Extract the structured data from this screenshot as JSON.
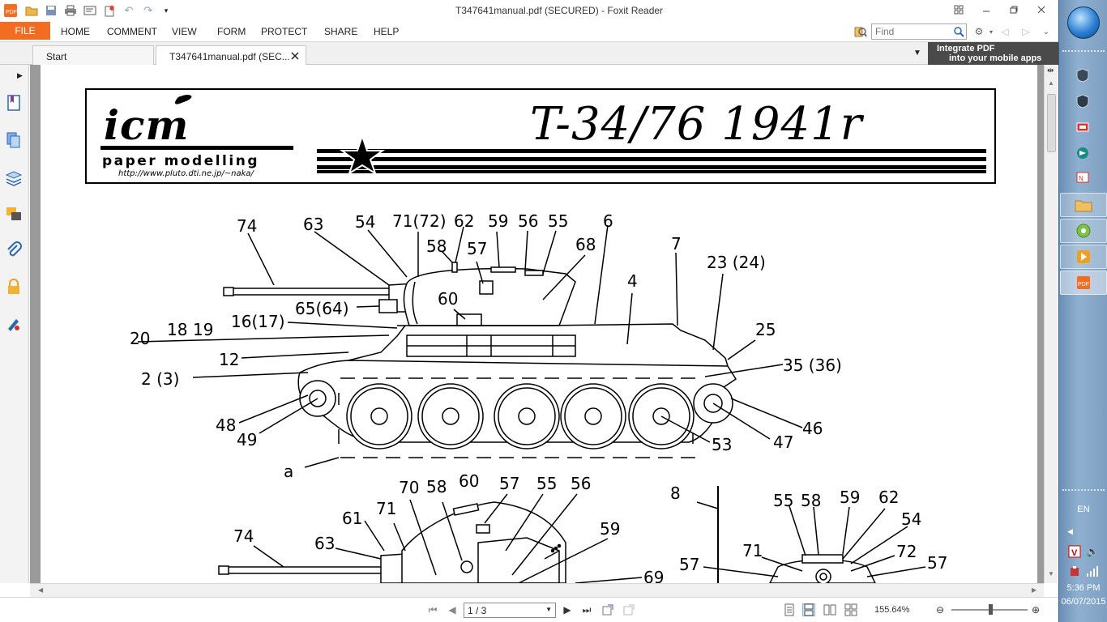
{
  "window": {
    "title": "T347641manual.pdf (SECURED) - Foxit Reader"
  },
  "ribbon": {
    "file": "FILE",
    "tabs": [
      "HOME",
      "COMMENT",
      "VIEW",
      "FORM",
      "PROTECT",
      "SHARE",
      "HELP"
    ],
    "find_placeholder": "Find"
  },
  "doc_tabs": {
    "start": "Start",
    "current": "T347641manual.pdf (SEC..."
  },
  "promo": {
    "line1": "Integrate PDF",
    "line2": "into your mobile apps"
  },
  "manual": {
    "brand": "icm",
    "tagline": "paper modelling",
    "url": "http://www.pluto.dti.ne.jp/~naka/",
    "model_title": "T-34/76 1941r"
  },
  "side_view_labels": [
    {
      "id": "74",
      "text": "74"
    },
    {
      "id": "63",
      "text": "63"
    },
    {
      "id": "54",
      "text": "54"
    },
    {
      "id": "71-72",
      "text": "71(72)"
    },
    {
      "id": "62",
      "text": "62"
    },
    {
      "id": "59",
      "text": "59"
    },
    {
      "id": "56",
      "text": "56"
    },
    {
      "id": "55",
      "text": "55"
    },
    {
      "id": "6",
      "text": "6"
    },
    {
      "id": "58",
      "text": "58"
    },
    {
      "id": "57",
      "text": "57"
    },
    {
      "id": "68",
      "text": "68"
    },
    {
      "id": "7",
      "text": "7"
    },
    {
      "id": "4",
      "text": "4"
    },
    {
      "id": "23-24",
      "text": "23 (24)"
    },
    {
      "id": "60",
      "text": "60"
    },
    {
      "id": "65-64",
      "text": "65(64)"
    },
    {
      "id": "18",
      "text": "18"
    },
    {
      "id": "19",
      "text": "19"
    },
    {
      "id": "16-17",
      "text": "16(17)"
    },
    {
      "id": "20",
      "text": "20"
    },
    {
      "id": "25",
      "text": "25"
    },
    {
      "id": "12",
      "text": "12"
    },
    {
      "id": "35-36",
      "text": "35 (36)"
    },
    {
      "id": "2-3",
      "text": "2 (3)"
    },
    {
      "id": "48",
      "text": "48"
    },
    {
      "id": "49",
      "text": "49"
    },
    {
      "id": "46",
      "text": "46"
    },
    {
      "id": "47",
      "text": "47"
    },
    {
      "id": "53",
      "text": "53"
    },
    {
      "id": "a",
      "text": "a"
    }
  ],
  "lower_view_labels": [
    {
      "id": "70",
      "text": "70"
    },
    {
      "id": "58",
      "text": "58"
    },
    {
      "id": "60",
      "text": "60"
    },
    {
      "id": "57",
      "text": "57"
    },
    {
      "id": "55",
      "text": "55"
    },
    {
      "id": "56",
      "text": "56"
    },
    {
      "id": "8",
      "text": "8"
    },
    {
      "id": "61",
      "text": "61"
    },
    {
      "id": "71",
      "text": "71"
    },
    {
      "id": "59",
      "text": "59"
    },
    {
      "id": "74",
      "text": "74"
    },
    {
      "id": "63",
      "text": "63"
    },
    {
      "id": "69",
      "text": "69"
    },
    {
      "id": "r55",
      "text": "55"
    },
    {
      "id": "r58",
      "text": "58"
    },
    {
      "id": "r59",
      "text": "59"
    },
    {
      "id": "r62",
      "text": "62"
    },
    {
      "id": "r54",
      "text": "54"
    },
    {
      "id": "r71",
      "text": "71"
    },
    {
      "id": "r72",
      "text": "72"
    },
    {
      "id": "r57a",
      "text": "57"
    },
    {
      "id": "r57b",
      "text": "57"
    }
  ],
  "status": {
    "page": "1 / 3",
    "zoom": "155.64%"
  },
  "taskbar": {
    "language": "EN",
    "time": "5:36 PM",
    "date": "06/07/2015"
  }
}
